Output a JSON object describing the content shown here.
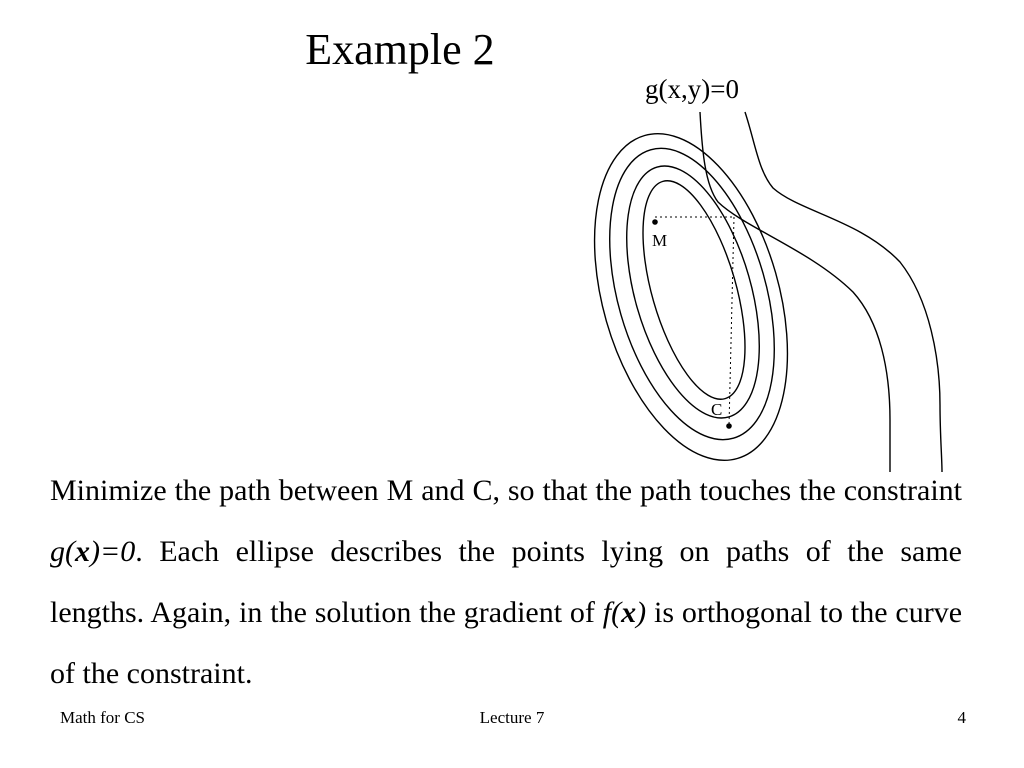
{
  "slide": {
    "title": "Example 2"
  },
  "diagram": {
    "constraint_label": "g(x,y)=0",
    "point_m_label": "M",
    "point_c_label": "C"
  },
  "body": {
    "part1": "Minimize the path between M and C, so that the path touches the constraint ",
    "g_fn": "g(",
    "g_var": "x",
    "g_rest": ")=0",
    "part2": ". Each ellipse describes the points lying on paths of the same lengths. Again, in the solution the gradient of ",
    "f_fn": "f(",
    "f_var": "x",
    "f_close": ")",
    "part3": " is orthogonal to the curve of the constraint."
  },
  "footer": {
    "left": "Math for CS",
    "center": "Lecture 7",
    "right": "4"
  }
}
